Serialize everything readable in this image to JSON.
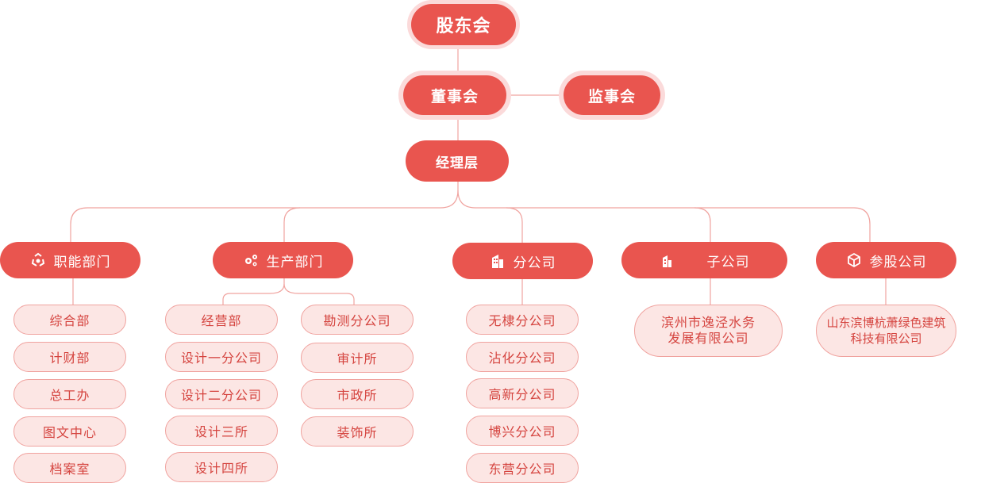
{
  "top": {
    "shareholders": "股东会",
    "board": "董事会",
    "supervisors": "监事会",
    "management": "经理层"
  },
  "departments": [
    {
      "label": "职能部门",
      "icon": "recycle-icon"
    },
    {
      "label": "生产部门",
      "icon": "gears-icon"
    },
    {
      "label": "分公司",
      "icon": "building-icon"
    },
    {
      "label": "子公司",
      "icon": "office-icon"
    },
    {
      "label": "参股公司",
      "icon": "cube-icon"
    }
  ],
  "functional": [
    "综合部",
    "计财部",
    "总工办",
    "图文中心",
    "档案室"
  ],
  "production_left": [
    "经营部",
    "设计一分公司",
    "设计二分公司",
    "设计三所",
    "设计四所"
  ],
  "production_right": [
    "勘测分公司",
    "审计所",
    "市政所",
    "装饰所"
  ],
  "branches": [
    "无棣分公司",
    "沾化分公司",
    "高新分公司",
    "博兴分公司",
    "东营分公司"
  ],
  "subsidiary": {
    "line1": "滨州市逸泾水务",
    "line2": "发展有限公司"
  },
  "associate": {
    "line1": "山东滨博杭萧绿色建筑",
    "line2": "科技有限公司"
  },
  "colors": {
    "primary": "#e9554f",
    "light": "#fce6e4",
    "line": "#f0a39f",
    "halo": "#fbdada"
  }
}
